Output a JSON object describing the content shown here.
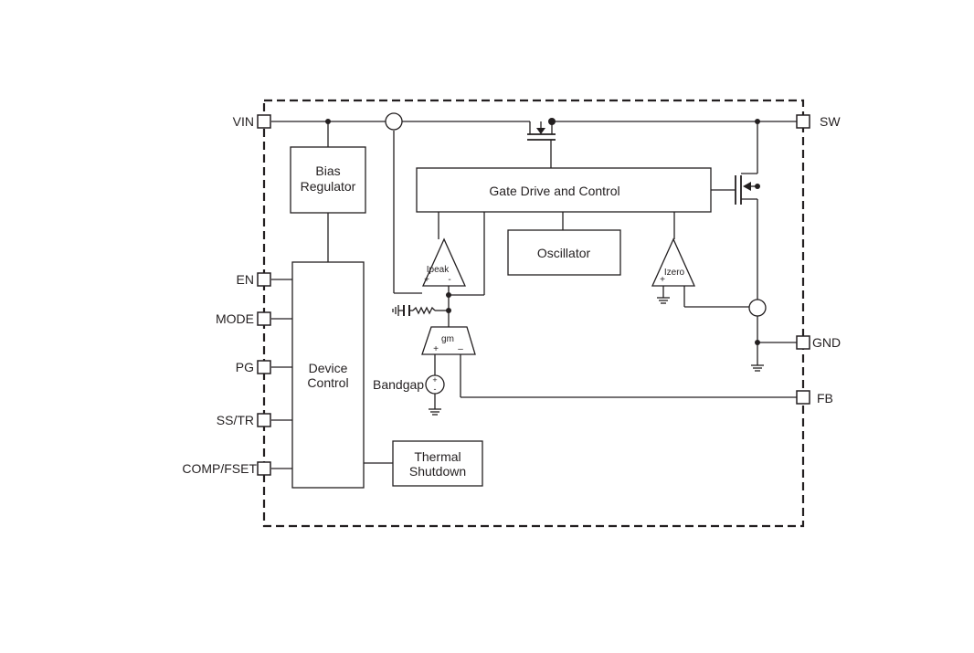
{
  "pins": {
    "vin": "VIN",
    "en": "EN",
    "mode": "MODE",
    "pg": "PG",
    "ss_tr": "SS/TR",
    "comp_fset": "COMP/FSET",
    "sw": "SW",
    "gnd": "GND",
    "fb": "FB"
  },
  "blocks": {
    "bias_line1": "Bias",
    "bias_line2": "Regulator",
    "device_line1": "Device",
    "device_line2": "Control",
    "thermal_line1": "Thermal",
    "thermal_line2": "Shutdown",
    "gate_drive": "Gate Drive and Control",
    "oscillator": "Oscillator"
  },
  "comparators": {
    "ipeak": "Ipeak",
    "izero": "Izero",
    "gm": "gm",
    "plus": "+",
    "minus": "–"
  },
  "sources": {
    "bandgap": "Bandgap"
  }
}
